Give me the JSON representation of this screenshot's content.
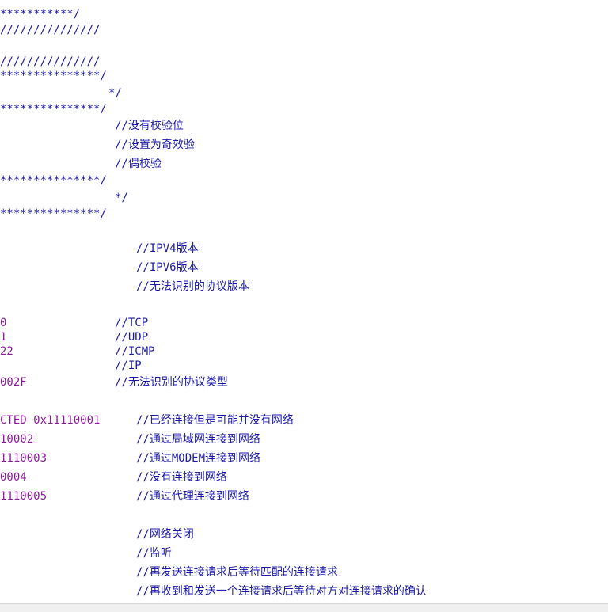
{
  "editor": {
    "lines": [
      "***********/",
      "///////////////",
      "///////////////",
      "***************/",
      "*/",
      "***************/",
      "//没有校验位",
      "//设置为奇效验",
      "//偶校验",
      "***************/",
      "*/",
      "***************/",
      "//IPV4版本",
      "//IPV6版本",
      "//无法识别的协议版本",
      "0",
      "//TCP",
      "1",
      "//UDP",
      "22",
      "//ICMP",
      "//IP",
      "002F",
      "//无法识别的协议类型",
      "CTED 0x11110001",
      "//已经连接但是可能并没有网络",
      "10002",
      "//通过局域网连接到网络",
      "1110003",
      "//通过MODEM连接到网络",
      "0004",
      "//没有连接到网络",
      "1110005",
      "//通过代理连接到网络",
      "//网络关闭",
      "//监听",
      "//再发送连接请求后等待匹配的连接请求",
      "//再收到和发送一个连接请求后等待对方对连接请求的确认"
    ]
  },
  "colors": {
    "code_blue": "#1a1aa6",
    "number_purple": "#8a1a9a",
    "statusbar_bg": "#f0f0f0"
  }
}
